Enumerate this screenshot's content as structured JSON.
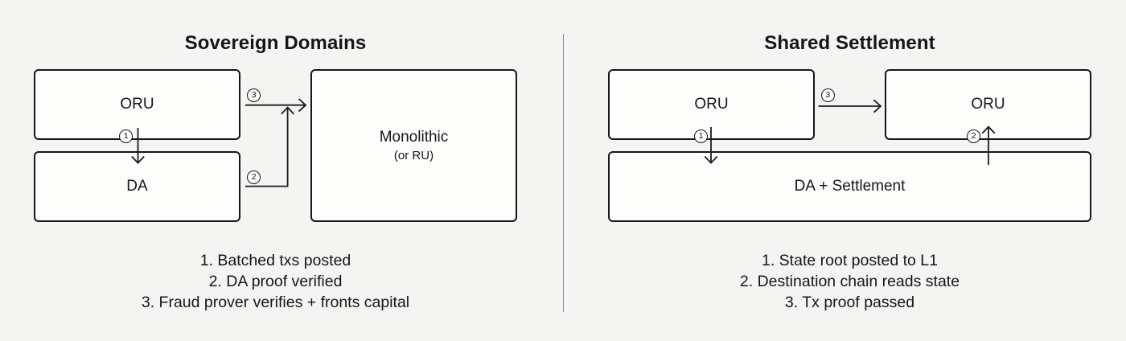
{
  "colors": {
    "background": "#f4f4f2",
    "box_fill": "#fdfdfc",
    "box_border": "#161616",
    "arrow_line": "#1a1a1a",
    "divider": "#8a8a8a",
    "text": "#161616"
  },
  "left_panel": {
    "title": "Sovereign Domains",
    "boxes": {
      "oru": {
        "label": "ORU"
      },
      "da": {
        "label": "DA"
      },
      "monolithic": {
        "label": "Monolithic",
        "sublabel": "(or RU)"
      }
    },
    "markers": [
      "1",
      "2",
      "3"
    ],
    "legend": [
      "1. Batched txs posted",
      "2. DA proof verified",
      "3. Fraud prover verifies + fronts capital"
    ]
  },
  "right_panel": {
    "title": "Shared Settlement",
    "boxes": {
      "oru_source": {
        "label": "ORU"
      },
      "oru_destination": {
        "label": "ORU"
      },
      "da_settlement": {
        "label": "DA + Settlement"
      }
    },
    "markers": [
      "1",
      "2",
      "3"
    ],
    "legend": [
      "1. State root posted to L1",
      "2. Destination chain reads state",
      "3. Tx proof passed"
    ]
  }
}
